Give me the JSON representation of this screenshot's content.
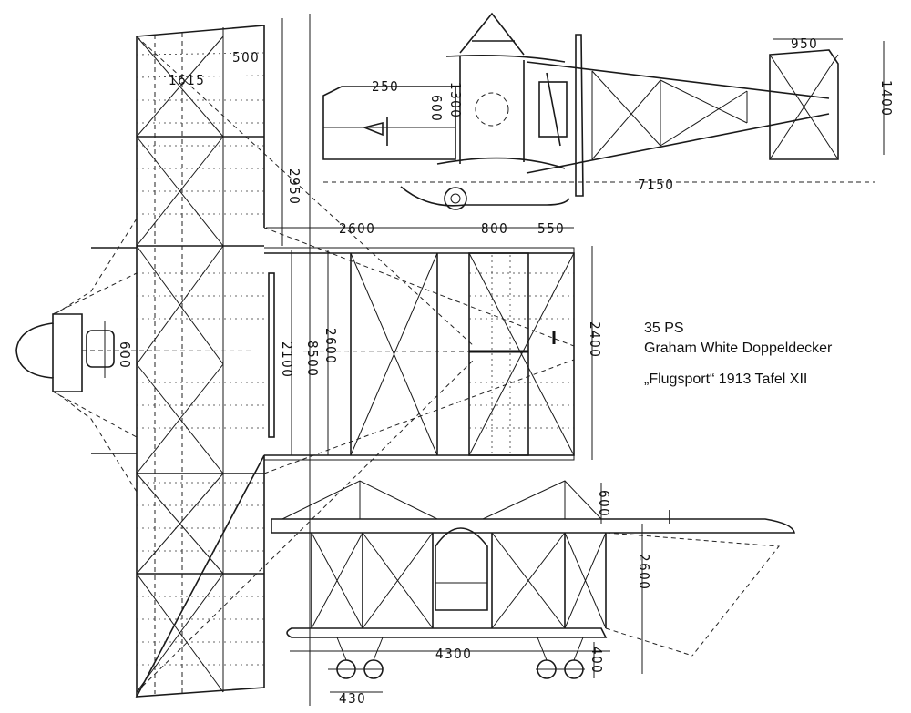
{
  "caption": {
    "power": "35 PS",
    "name": "Graham White Doppeldecker",
    "source": "„Flugsport“ 1913 Tafel XII"
  },
  "dims": {
    "d500": "500",
    "d1615": "1615",
    "d2950": "2950",
    "d2600_top": "2600",
    "d800": "800",
    "d550": "550",
    "d600_nose": "600",
    "d2100": "2100",
    "d8500": "8500",
    "d2600_v": "2600",
    "d2400": "2400",
    "d250": "250",
    "d600_side": "600",
    "d1300": "1300",
    "d7150": "7150",
    "d950": "950",
    "d1400": "1400",
    "d600_front": "600",
    "d2600_front": "2600",
    "d4300": "4300",
    "d400": "400",
    "d430": "430"
  }
}
